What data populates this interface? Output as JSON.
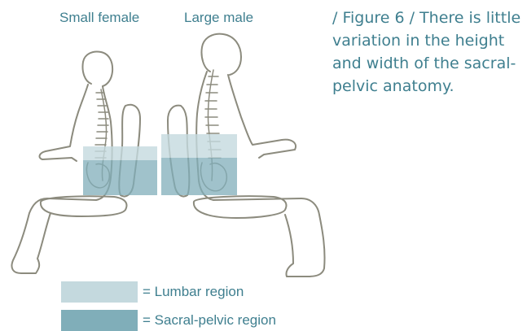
{
  "labels": {
    "small_female": "Small female",
    "large_male": "Large male"
  },
  "caption": "/ Figure 6 / There is little variation in the height and width of the sacral-pelvic anatomy.",
  "legend": [
    {
      "text": "= Lumbar region",
      "color": "#c4d9de"
    },
    {
      "text": "= Sacral-pelvic region",
      "color": "#80aeb9"
    }
  ],
  "colors": {
    "outline": "#8c8b7e",
    "text": "#3f7f8f"
  }
}
